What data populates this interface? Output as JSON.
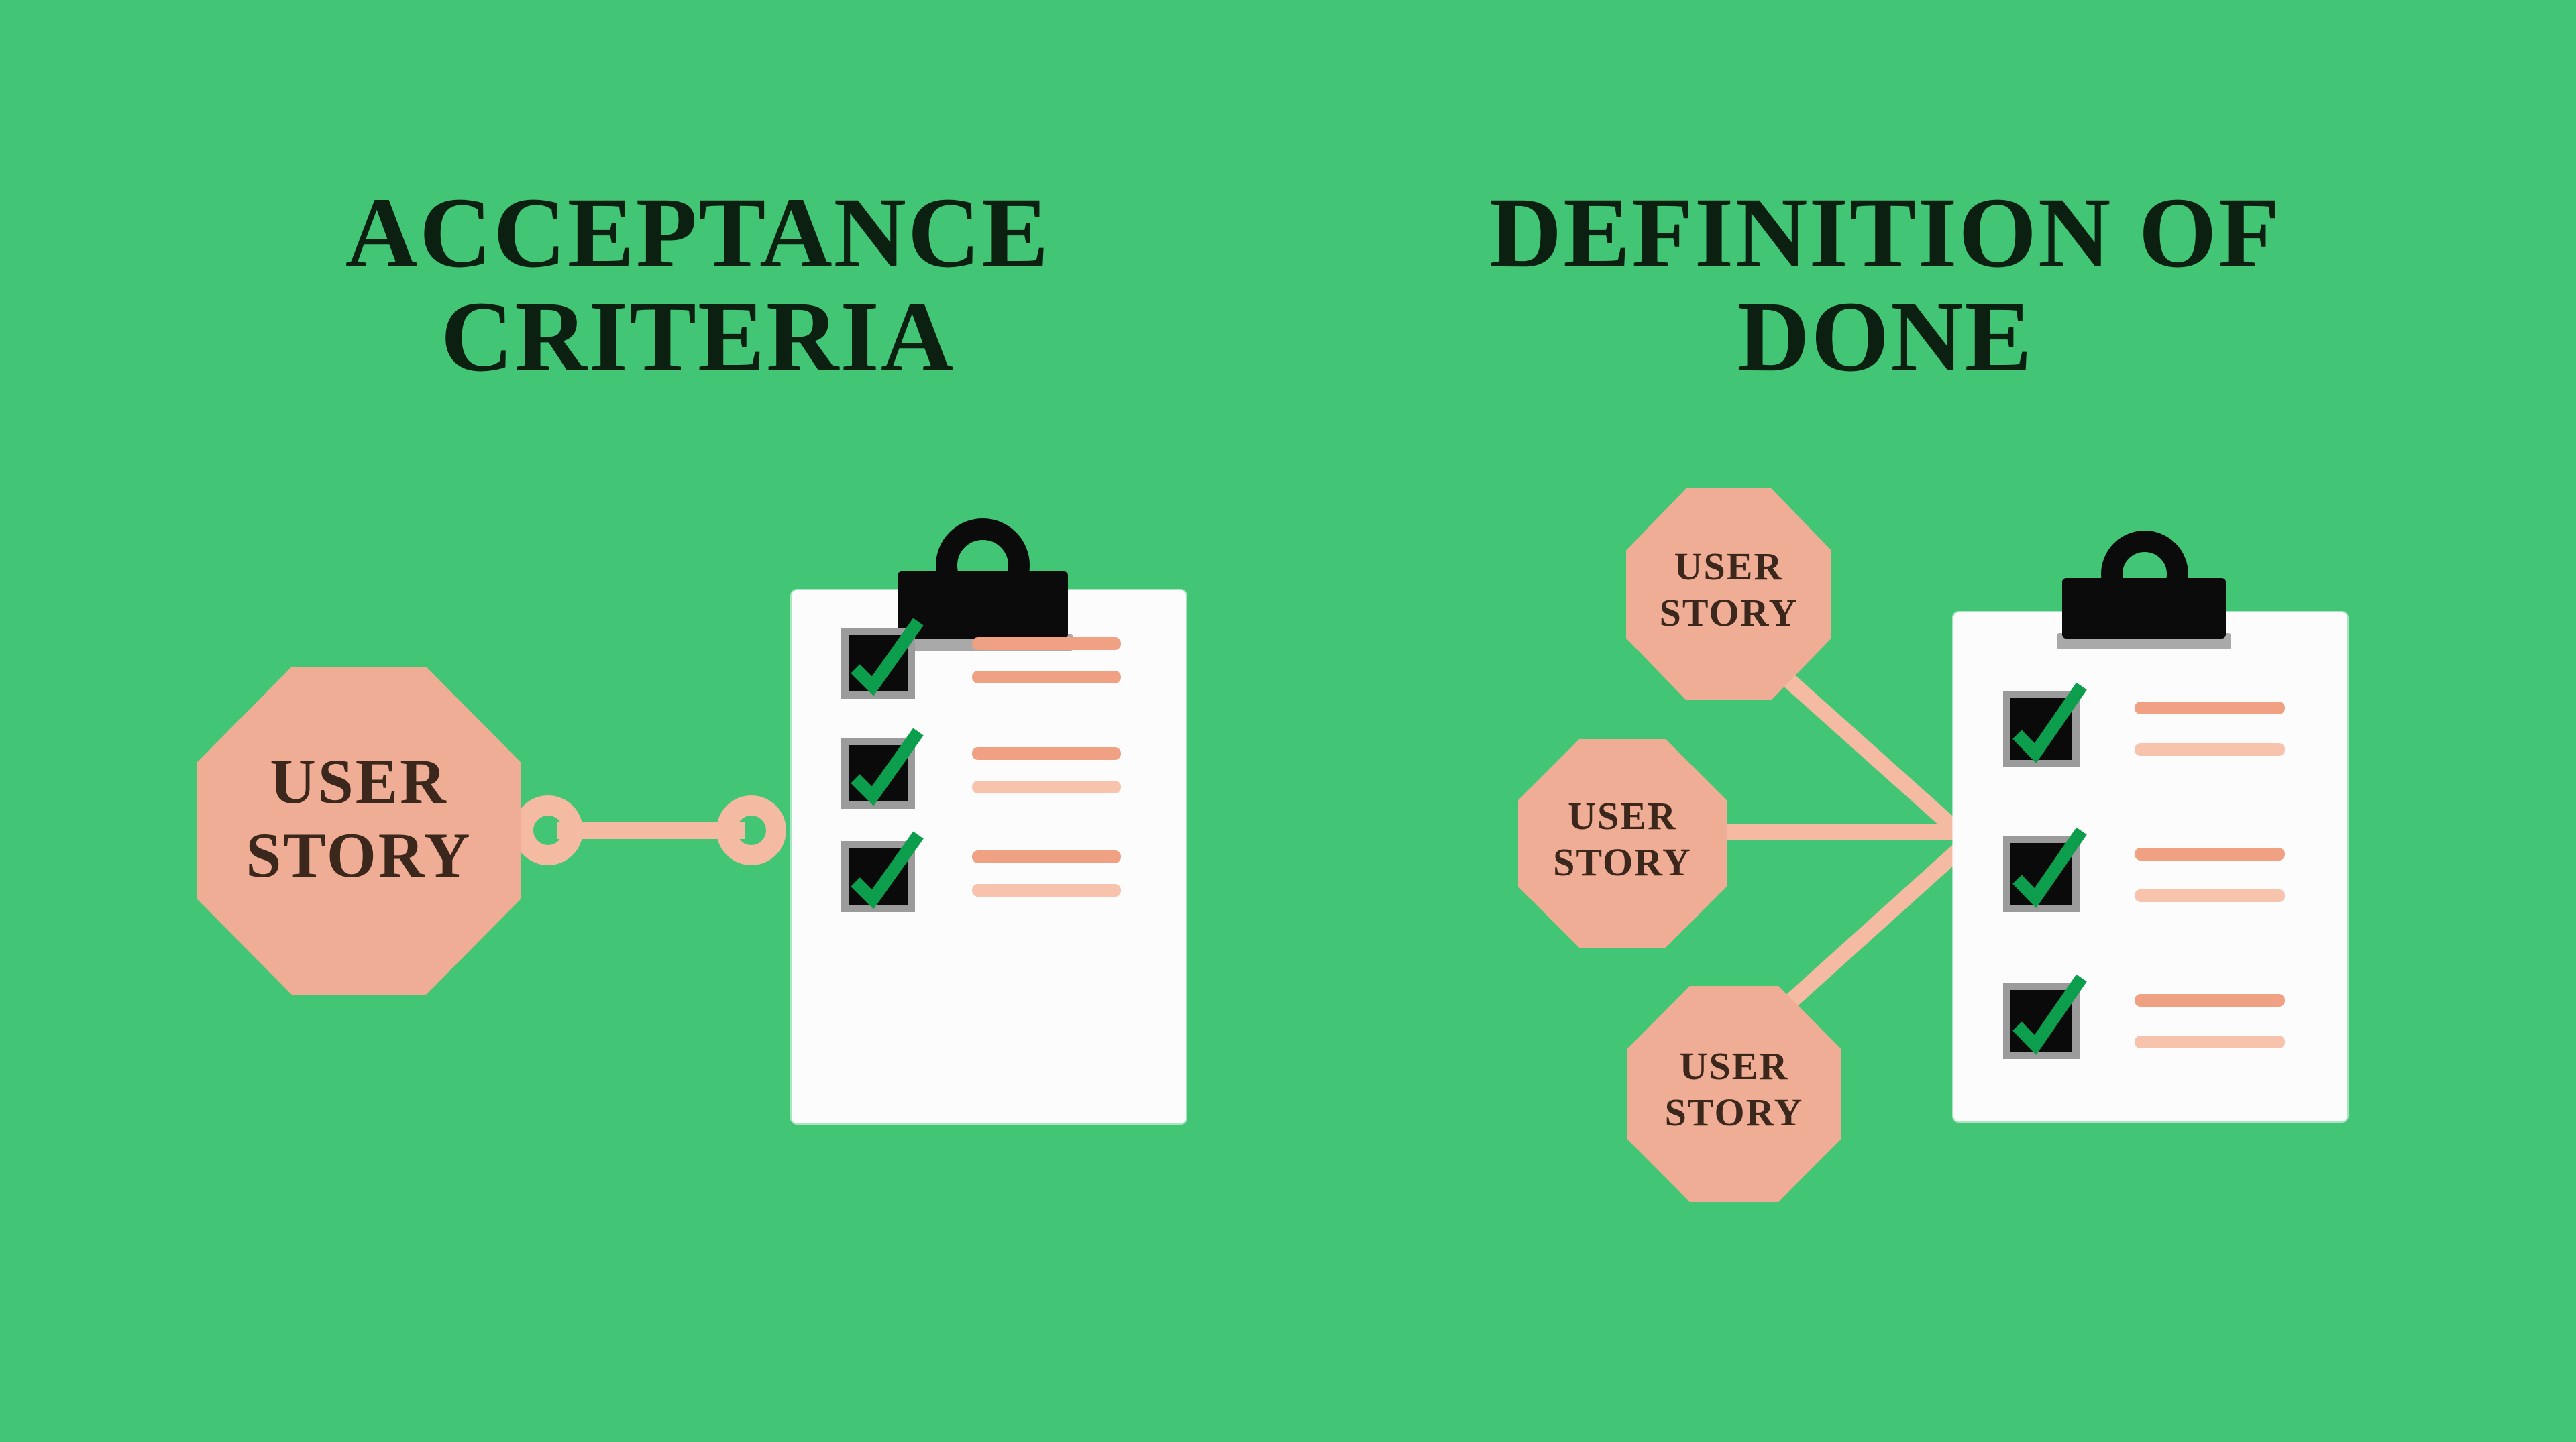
{
  "background_color": "#42C574",
  "palette": {
    "green_background": "#42C574",
    "octagon_salmon": "#EEAD94",
    "connector_salmon": "#F4BBA2",
    "doc_line_dark": "#F0A183",
    "doc_line_light": "#F7C3AD",
    "title_text": "#0C2012",
    "octagon_text": "#3B271C",
    "clip_black": "#0B0B0B",
    "checkbox_border_gray": "#9B9B9B",
    "checkmark_green": "#0C9D4D",
    "board_white": "#FCFCFD"
  },
  "left_section": {
    "title_line1": "ACCEPTANCE",
    "title_line2": "CRITERIA",
    "octagon": {
      "line1": "USER",
      "line2": "STORY"
    },
    "connector": {
      "style": "line-with-two-rings"
    },
    "checklist": {
      "rows": [
        {
          "icon": "checkbox-checked-icon",
          "line_styles": [
            "dark",
            "dark"
          ]
        },
        {
          "icon": "checkbox-checked-icon",
          "line_styles": [
            "dark",
            "light"
          ]
        },
        {
          "icon": "checkbox-checked-icon",
          "line_styles": [
            "dark",
            "light"
          ]
        }
      ]
    }
  },
  "right_section": {
    "title_line1": "DEFINITION OF",
    "title_line2": "DONE",
    "octagons": [
      {
        "line1": "USER",
        "line2": "STORY"
      },
      {
        "line1": "USER",
        "line2": "STORY"
      },
      {
        "line1": "USER",
        "line2": "STORY"
      }
    ],
    "connector": {
      "style": "three-converging-lines"
    },
    "checklist": {
      "rows": [
        {
          "icon": "checkbox-checked-icon",
          "line_styles": [
            "dark",
            "light"
          ]
        },
        {
          "icon": "checkbox-checked-icon",
          "line_styles": [
            "dark",
            "light"
          ]
        },
        {
          "icon": "checkbox-checked-icon",
          "line_styles": [
            "dark",
            "light"
          ]
        }
      ]
    }
  },
  "icons": [
    "clipboard-clip-icon",
    "clip-ring-icon",
    "checkbox-checked-icon",
    "checkmark-icon",
    "connector-ring-icon"
  ]
}
